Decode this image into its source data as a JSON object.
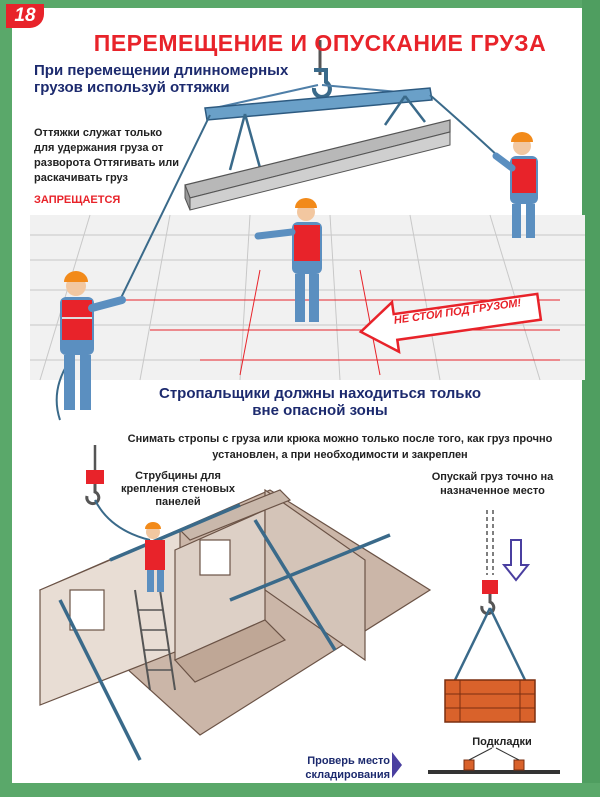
{
  "page_number": "18",
  "title": "ПЕРЕМЕЩЕНИЕ И ОПУСКАНИЕ ГРУЗА",
  "top_section": {
    "lead": "При перемещении длинномерных грузов используй оттяжки",
    "note": "Оттяжки служат только для удержания груза от разворота Оттягивать или раскачивать груз",
    "forbidden": "ЗАПРЕЩАЕТСЯ",
    "arrow_sign": "НЕ СТОЙ ПОД ГРУЗОМ!",
    "zone_rule": "Стропальщики должны находиться только вне опасной зоны"
  },
  "bottom_section": {
    "remove_slings": "Снимать стропы с груза или крюка можно только после того, как груз прочно установлен, а при необходимости и закреплен",
    "clamps": "Струбцины для крепления стеновых панелей",
    "lower_precisely": "Опускай груз точно на назначенное место",
    "check_storage": "Проверь место складирования",
    "pads": "Подкладки"
  },
  "colors": {
    "title_red": "#e8232a",
    "text_blue": "#1c2a6e",
    "frame_green": "#5aa86a",
    "vest_red": "#e8232a",
    "helmet_orange": "#f28a1a",
    "overall_blue": "#5b8fc0",
    "crate_orange": "#d9622b"
  },
  "icons": {
    "hook": "crane-hook-icon",
    "arrow_down": "arrow-down-icon",
    "arrow_right": "arrow-right-icon"
  }
}
